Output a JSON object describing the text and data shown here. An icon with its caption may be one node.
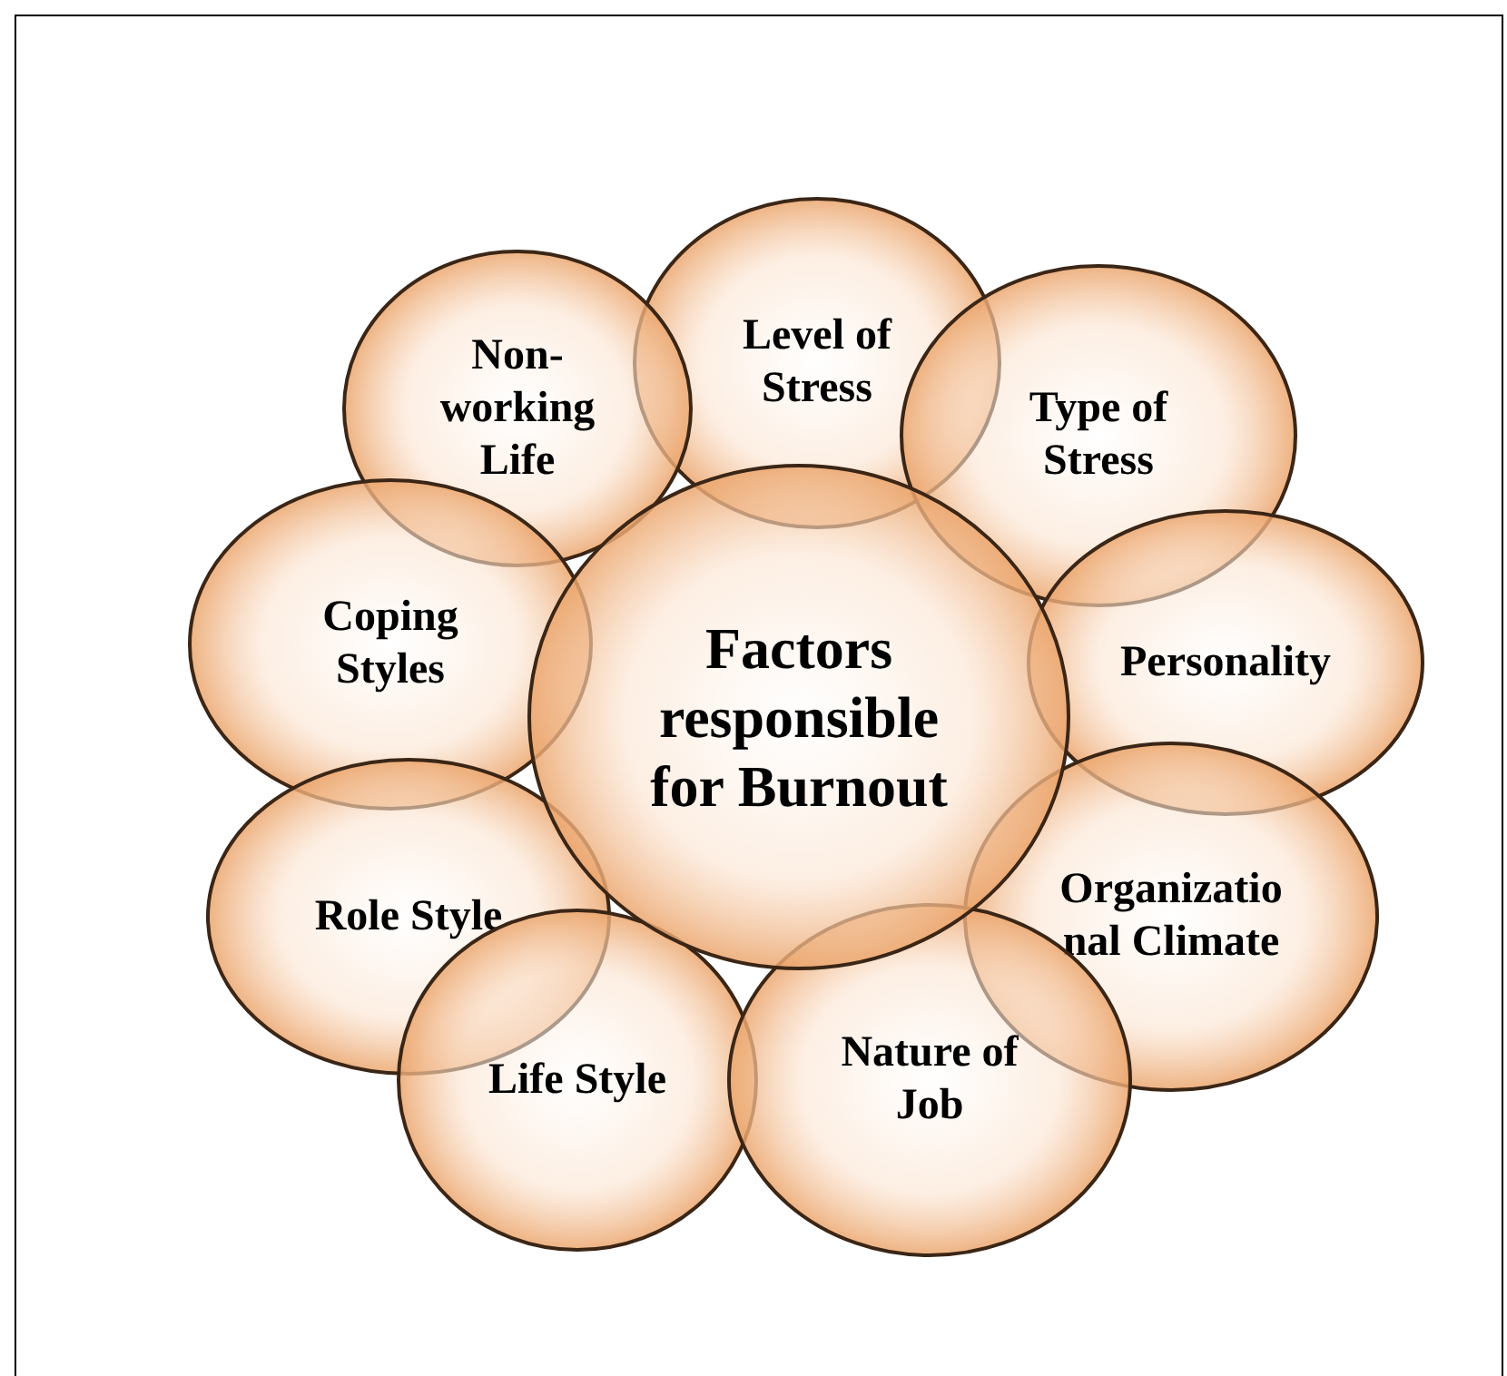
{
  "diagram": {
    "nodes": [
      {
        "text": [
          "Factors responsible for Burnout"
        ]
      },
      {
        "text": [
          "Level of Stress"
        ]
      },
      {
        "text": [
          "Non- working Life"
        ]
      },
      {
        "text": [
          "Type of Stress"
        ]
      },
      {
        "text": [
          "Coping Styles"
        ]
      },
      {
        "text": [
          "Personality"
        ]
      },
      {
        "text": [
          "Role Style"
        ]
      },
      {
        "text": [
          "Organizatio nal Climate"
        ]
      },
      {
        "text": [
          "Life Style"
        ]
      },
      {
        "text": [
          "Nature of Job"
        ]
      }
    ],
    "edges": []
  }
}
